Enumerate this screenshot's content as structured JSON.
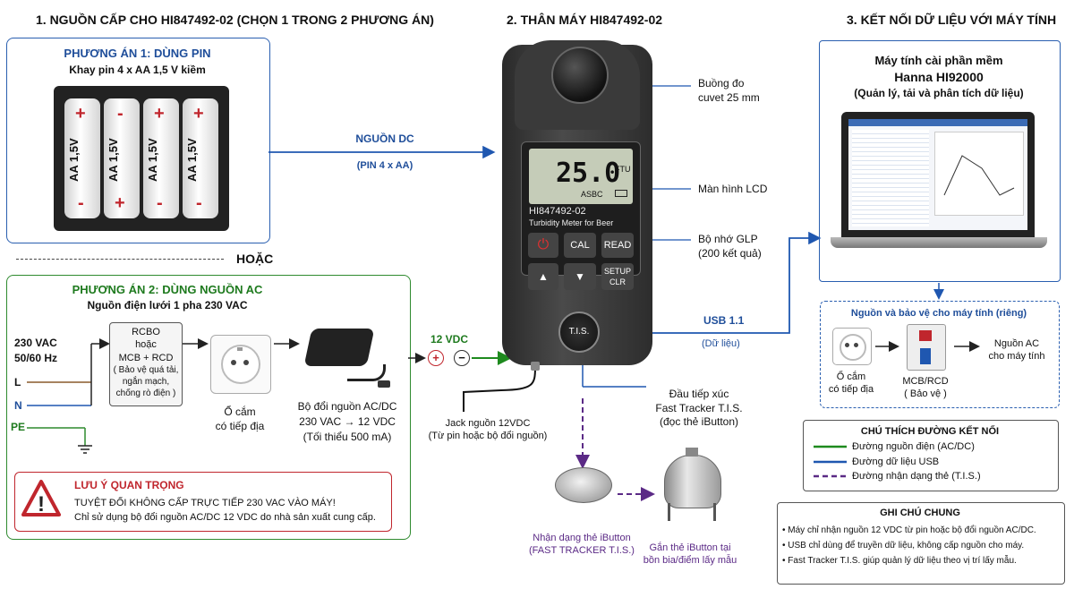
{
  "headers": {
    "s1": "1. NGUỒN CẤP CHO HI847492-02 (CHỌN 1 TRONG 2 PHƯƠNG ÁN)",
    "s2": "2. THÂN MÁY HI847492-02",
    "s3": "3. KẾT NỐI DỮ LIỆU VỚI MÁY TÍNH"
  },
  "option1": {
    "title": "PHƯƠNG ÁN 1: DÙNG PIN",
    "subtitle": "Khay pin 4 x AA 1,5 V kiềm",
    "battery_label": "AA 1,5V",
    "plus": "+",
    "minus": "-"
  },
  "or_label": "HOẶC",
  "dc_link": {
    "title": "NGUỒN DC",
    "sub": "(PIN 4 x AA)"
  },
  "option2": {
    "title": "PHƯƠNG ÁN 2: DÙNG NGUỒN AC",
    "subtitle": "Nguồn điện lưới 1 pha 230 VAC",
    "mains": "230 VAC\n50/60 Hz",
    "lines": {
      "l": "L",
      "n": "N",
      "pe": "PE"
    },
    "rcbo": {
      "t1": "RCBO",
      "t2": "hoặc",
      "t3": "MCB + RCD",
      "t4": "( Bảo vệ quá tải, ngắn mạch, chống rò điện )"
    },
    "socket": "Ổ cắm\ncó tiếp địa",
    "adapter": {
      "t1": "Bộ đổi nguồn AC/DC",
      "t2": "230 VAC → 12 VDC",
      "t3": "(Tối thiểu 500 mA)"
    },
    "vdc": "12 VDC",
    "plus": "+",
    "minus": "−"
  },
  "warning": {
    "title": "LƯU Ý QUAN TRỌNG",
    "line1": "TUYỆT ĐỐI KHÔNG CẤP TRỰC TIẾP 230 VAC VÀO MÁY!",
    "line2": "Chỉ sử dụng bộ đổi nguồn AC/DC 12 VDC do nhà sản xuất cung cấp.",
    "icon": "!"
  },
  "meter": {
    "display_value": "25.0",
    "unit": "FTU",
    "asbc": "ASBC",
    "model": "HI847492-02",
    "desc": "Turbidity Meter for Beer",
    "buttons": {
      "cal": "CAL",
      "read": "READ",
      "setup": "SETUP\nCLR",
      "tis": "T.I.S."
    }
  },
  "callouts": {
    "cuvette": "Buồng đo\ncuvet 25 mm",
    "lcd": "Màn hình LCD",
    "glp": "Bộ nhớ GLP\n(200 kết quả)",
    "tis_contact": "Đầu tiếp xúc\nFast Tracker T.I.S.\n(đọc thẻ iButton)",
    "jack": "Jack nguồn 12VDC\n(Từ pin hoặc bộ đổi nguồn)",
    "ibutton": "Nhận dạng thẻ iButton\n(FAST TRACKER T.I.S.)",
    "tank": "Gắn thẻ iButton tại\nbồn bia/điểm lấy mẫu",
    "usb": "USB 1.1",
    "usb_sub": "(Dữ liệu)"
  },
  "computer": {
    "t1": "Máy tính cài phần mềm",
    "t2": "Hanna HI92000",
    "t3": "(Quản lý, tải và phân tích dữ liệu)"
  },
  "pc_power": {
    "title": "Nguồn và bảo vệ cho máy tính (riêng)",
    "socket": "Ổ cắm\ncó tiếp địa",
    "mcb": "MCB/RCD\n( Bảo vệ )",
    "ac": "Nguồn AC\ncho máy tính"
  },
  "legend": {
    "title": "CHÚ THÍCH ĐƯỜNG KẾT NỐI",
    "power": "Đường nguồn điện (AC/DC)",
    "usb": "Đường dữ liệu USB",
    "tis": "Đường nhận dạng thẻ (T.I.S.)"
  },
  "notes": {
    "title": "GHI CHÚ CHUNG",
    "n1": "• Máy chỉ nhận nguồn 12 VDC từ pin hoặc bộ đổi nguồn AC/DC.",
    "n2": "• USB chỉ dùng để truyền dữ liệu, không cấp nguồn cho máy.",
    "n3": "• Fast Tracker T.I.S. giúp quản lý dữ liệu theo vị trí lấy mẫu."
  },
  "colors": {
    "power": "#1e8a1e",
    "usb": "#1f57b0",
    "tis": "#5b2a86",
    "warn": "#c0262d"
  }
}
